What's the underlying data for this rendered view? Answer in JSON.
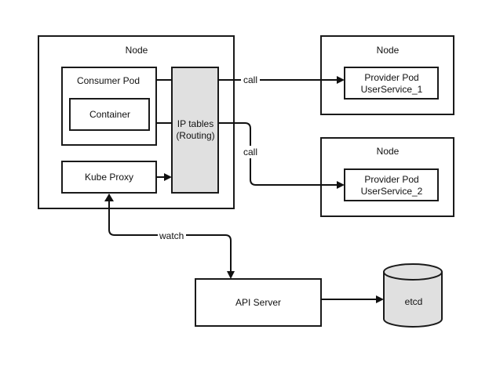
{
  "diagram": {
    "main_node": {
      "label": "Node",
      "consumer_pod": {
        "label": "Consumer Pod",
        "container_label": "Container"
      },
      "kube_proxy_label": "Kube Proxy",
      "ip_tables": {
        "line1": "IP tables",
        "line2": "(Routing)"
      }
    },
    "provider_node_1": {
      "label": "Node",
      "pod_line1": "Provider Pod",
      "pod_line2": "UserService_1"
    },
    "provider_node_2": {
      "label": "Node",
      "pod_line1": "Provider Pod",
      "pod_line2": "UserService_2"
    },
    "api_server_label": "API Server",
    "etcd_label": "etcd",
    "edges": {
      "call_1": "call",
      "call_2": "call",
      "watch": "watch"
    },
    "colors": {
      "stroke": "#1a1a1a",
      "gray_fill": "#e0e0e0",
      "background": "#ffffff"
    }
  }
}
